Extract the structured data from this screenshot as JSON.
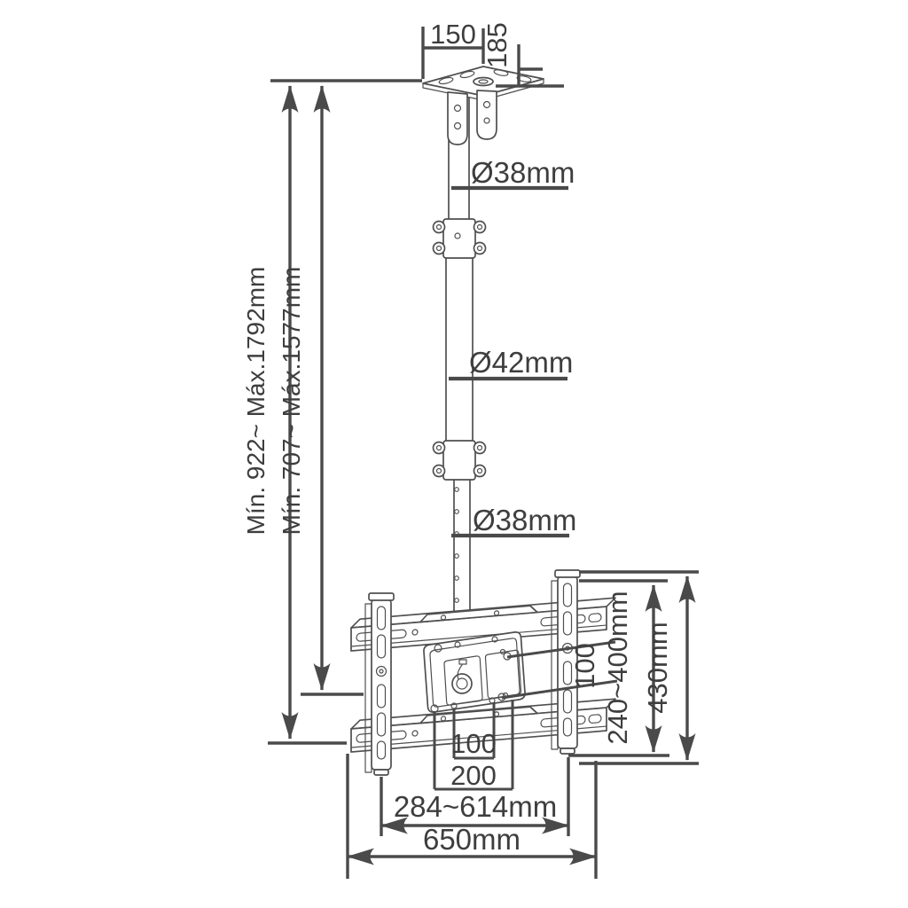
{
  "colors": {
    "line": "#4f4f4f",
    "dimension": "#4a4a4a",
    "text": "#3e3e3e",
    "background": "#ffffff"
  },
  "dims": {
    "top_width": "150",
    "top_depth": "185",
    "upper_tube": "Ø38mm",
    "middle_tube": "Ø42mm",
    "lower_tube": "Ø38mm",
    "height_outer": "Mín. 922~ Máx.1792mm",
    "height_inner": "Mín. 707~ Máx.1577mm",
    "vesa_vertical": "100",
    "tv_height_range": "240~400mm",
    "bracket_height": "430mm",
    "vesa_100": "100",
    "vesa_200": "200",
    "bracket_span": "284~614mm",
    "rail_width": "650mm"
  }
}
